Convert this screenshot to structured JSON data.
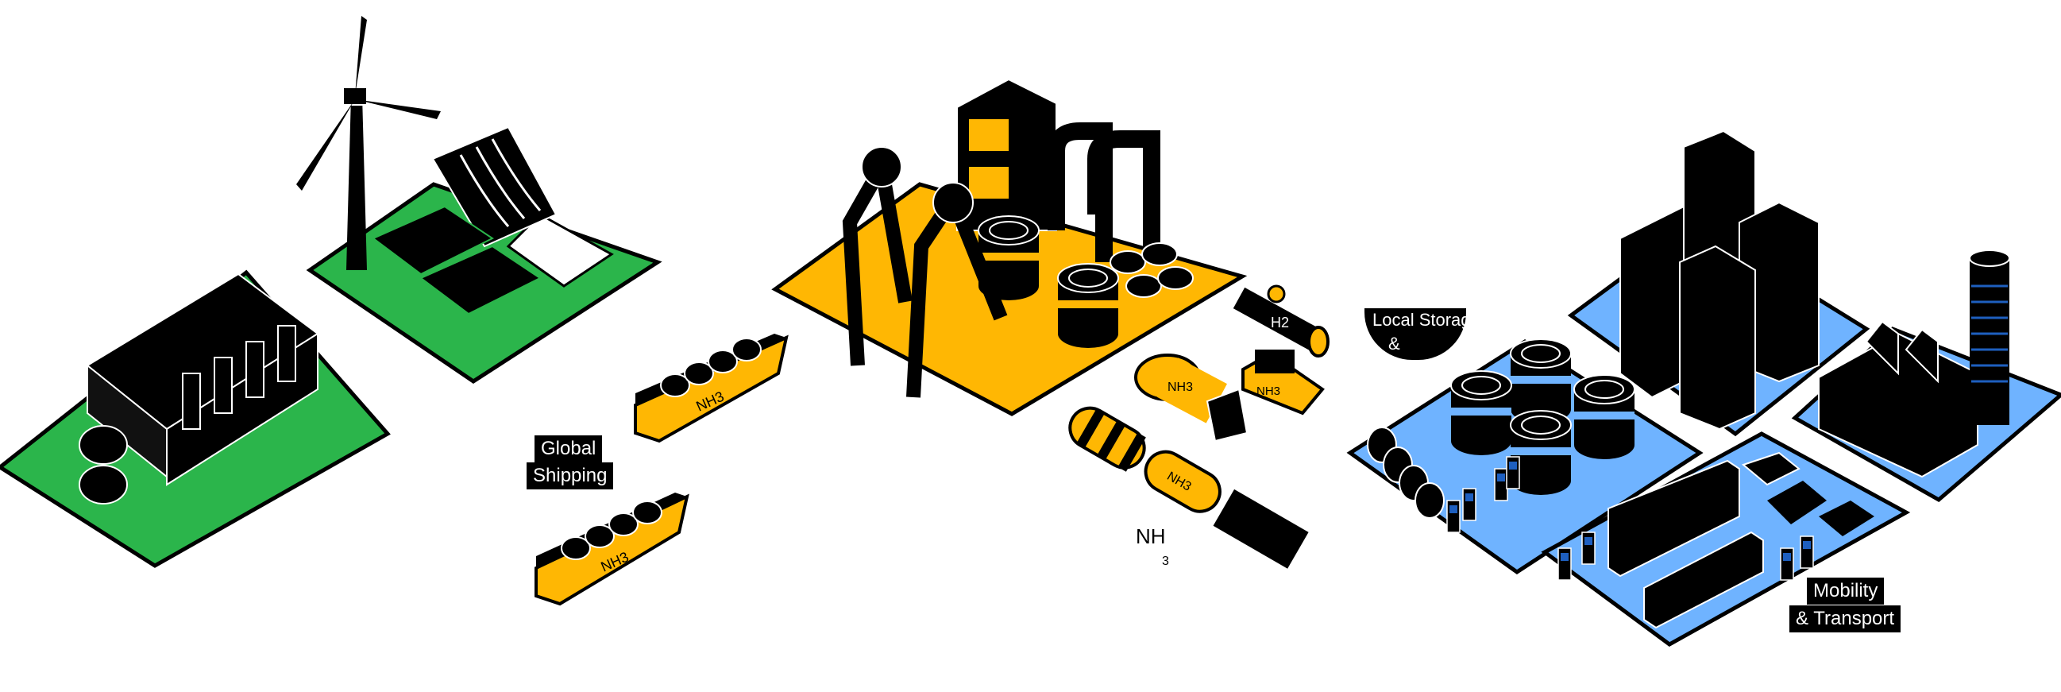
{
  "labels": {
    "global_shipping_1": "Global",
    "global_shipping_2": "Shipping",
    "local_storage_1": "Local Storage",
    "local_storage_2": "& Supply",
    "mobility_1": "Mobility",
    "mobility_2": "& Transport",
    "nh": "NH",
    "nh_sub": "3"
  },
  "markings": {
    "ship": "NH3",
    "truck": "NH3",
    "rail": "NH3",
    "barge": "NH3",
    "pipe": "H2"
  },
  "colors": {
    "green": "#2bb54b",
    "yellow": "#ffb703",
    "blue": "#6fb3ff",
    "dark_blue": "#1e5fbf",
    "black": "#000000"
  }
}
